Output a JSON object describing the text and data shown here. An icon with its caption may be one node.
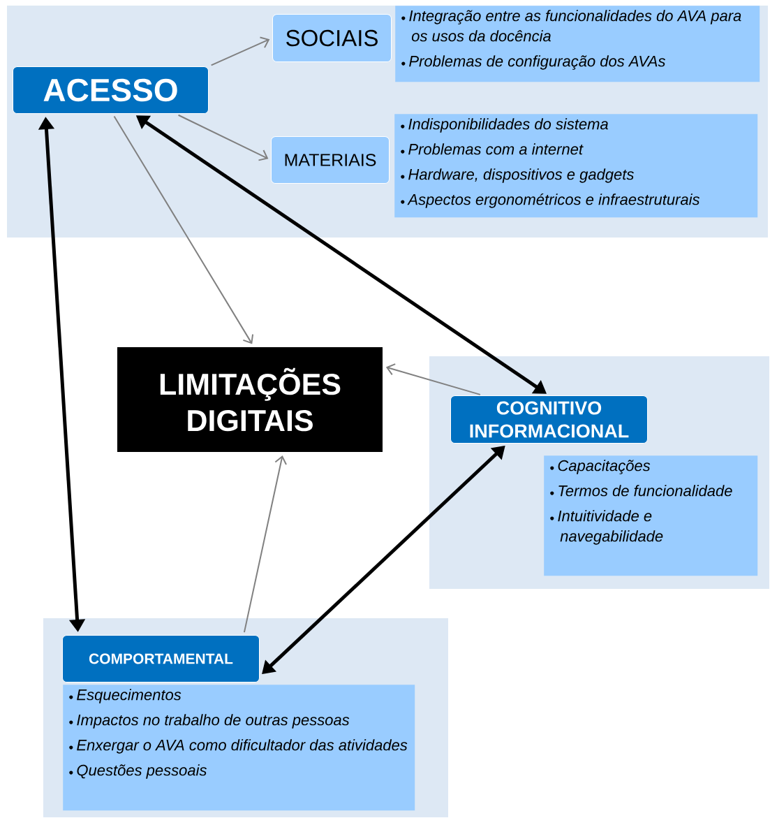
{
  "diagram": {
    "nodes": [
      {
        "text": [
          "ACESSO"
        ]
      },
      {
        "text": [
          "SOCIAIS"
        ]
      },
      {
        "text": [
          "Integração entre as funcionalidades do AVA para os usos da docência",
          "Problemas de configuração dos AVAs"
        ]
      },
      {
        "text": [
          "MATERIAIS"
        ]
      },
      {
        "text": [
          "Indisponibilidades do sistema",
          "Problemas com a internet",
          "Hardware, dispositivos e gadgets",
          "Aspectos ergonométricos e infraestruturais"
        ]
      },
      {
        "text": [
          "LIMITAÇÕES DIGITAIS"
        ]
      },
      {
        "text": [
          "COGNITIVO INFORMACIONAL"
        ]
      },
      {
        "text": [
          "Capacitações",
          "Termos de funcionalidade",
          "Intuitividade e navegabilidade"
        ]
      },
      {
        "text": [
          "COMPORTAMENTAL"
        ]
      },
      {
        "text": [
          "Esquecimentos",
          "Impactos no trabalho de outras pessoas",
          "Enxergar o AVA como dificultador das atividades",
          "Questões pessoais"
        ]
      }
    ],
    "edges": [
      {
        "from": 0,
        "to": 1,
        "arrow": "to"
      },
      {
        "from": 0,
        "to": 3,
        "arrow": "to"
      },
      {
        "from": 0,
        "to": 5,
        "arrow": "to"
      },
      {
        "from": 6,
        "to": 5,
        "arrow": "to"
      },
      {
        "from": 8,
        "to": 5,
        "arrow": "to"
      },
      {
        "from": 0,
        "to": 6,
        "arrow": "both",
        "style": "thick",
        "color": "#000000"
      },
      {
        "from": 0,
        "to": 8,
        "arrow": "both",
        "style": "thick",
        "color": "#000000"
      },
      {
        "from": 6,
        "to": 8,
        "arrow": "both",
        "style": "thick",
        "color": "#000000"
      }
    ]
  }
}
